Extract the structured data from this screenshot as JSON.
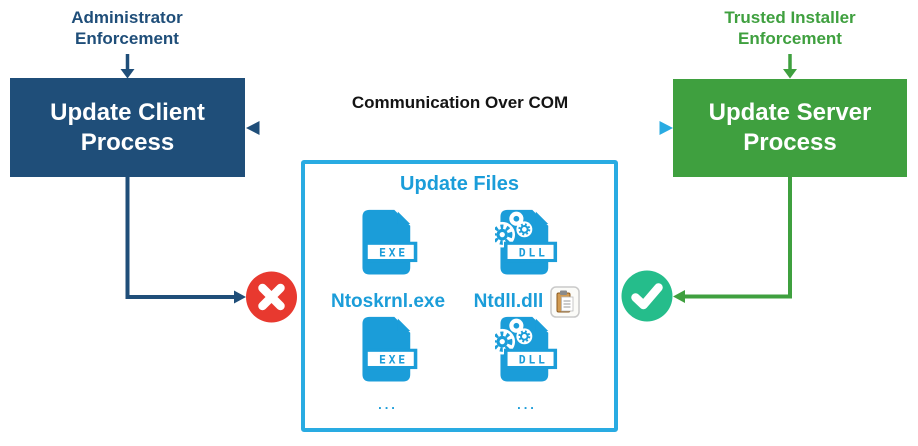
{
  "colors": {
    "navy": "#1F4E79",
    "green": "#3FA03F",
    "cyan": "#1B9DD9",
    "cyanBorder": "#29ABE2",
    "red": "#E8392F",
    "checkGreen": "#25BD8B",
    "clipboardTan": "#D29B52"
  },
  "annotations": {
    "admin_enforcement": "Administrator Enforcement",
    "trusted_enforcement": "Trusted Installer Enforcement"
  },
  "client_box": {
    "label": "Update Client Process"
  },
  "server_box": {
    "label": "Update Server Process"
  },
  "com_link": {
    "label": "Communication Over COM"
  },
  "update_files": {
    "title": "Update Files",
    "files": [
      {
        "type": "EXE",
        "name": "Ntoskrnl.exe"
      },
      {
        "type": "DLL",
        "name": "Ntdll.dll",
        "has_clipboard_icon": true
      },
      {
        "type": "EXE",
        "name": "..."
      },
      {
        "type": "DLL",
        "name": "..."
      }
    ]
  },
  "status": {
    "client_result_icon": "x-circle-denied",
    "server_result_icon": "check-circle-allowed"
  }
}
